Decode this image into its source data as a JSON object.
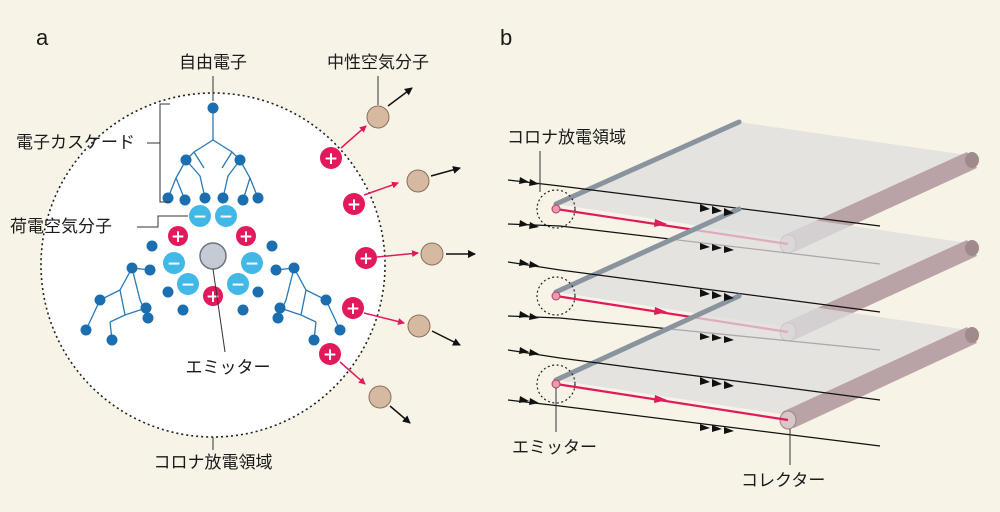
{
  "panels": {
    "a": "a",
    "b": "b"
  },
  "labels": {
    "free_electron": "自由電子",
    "neutral_molecule": "中性空気分子",
    "electron_cascade": "電子カスケード",
    "charged_molecule": "荷電空気分子",
    "emitter_a": "エミッター",
    "corona_a": "コロナ放電領域",
    "corona_b": "コロナ放電領域",
    "emitter_b": "エミッター",
    "collector": "コレクター"
  },
  "signs": {
    "plus": "+",
    "minus": "−"
  },
  "colors": {
    "background": "#f7f3e7",
    "electron": "#1b6fb1",
    "negative_ion": "#41b8e6",
    "positive_ion": "#e2195b",
    "neutral_molecule": "#d6b9a1",
    "collector": "#b9a3a6",
    "field_line": "#e2195b",
    "plate": "#d6d6d6"
  }
}
